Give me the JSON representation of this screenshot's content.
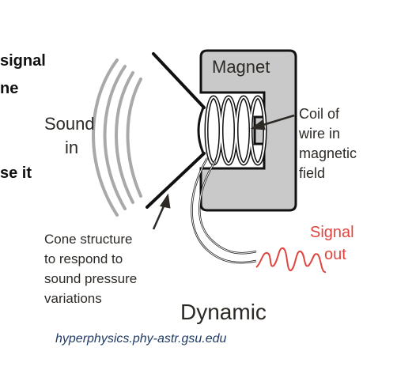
{
  "slide_text": {
    "line1": "signal",
    "line2": "ne",
    "line3": "se it"
  },
  "diagram": {
    "magnet_label": "Magnet",
    "sound_label_1": "Sound",
    "sound_label_2": "in",
    "coil_label_1": "Coil of",
    "coil_label_2": "wire in",
    "coil_label_3": "magnetic",
    "coil_label_4": "field",
    "cone_label_1": "Cone structure",
    "cone_label_2": "to respond to",
    "cone_label_3": "sound pressure",
    "cone_label_4": "variations",
    "signal_label_1": "Signal",
    "signal_label_2": "out",
    "title": "Dynamic",
    "credit": "hyperphysics.phy-astr.gsu.edu"
  },
  "colors": {
    "magnet_fill": "#c9c9c9",
    "label_color": "#2d2a26",
    "signal_color": "#e0443f",
    "credit_color": "#1f3a66"
  }
}
